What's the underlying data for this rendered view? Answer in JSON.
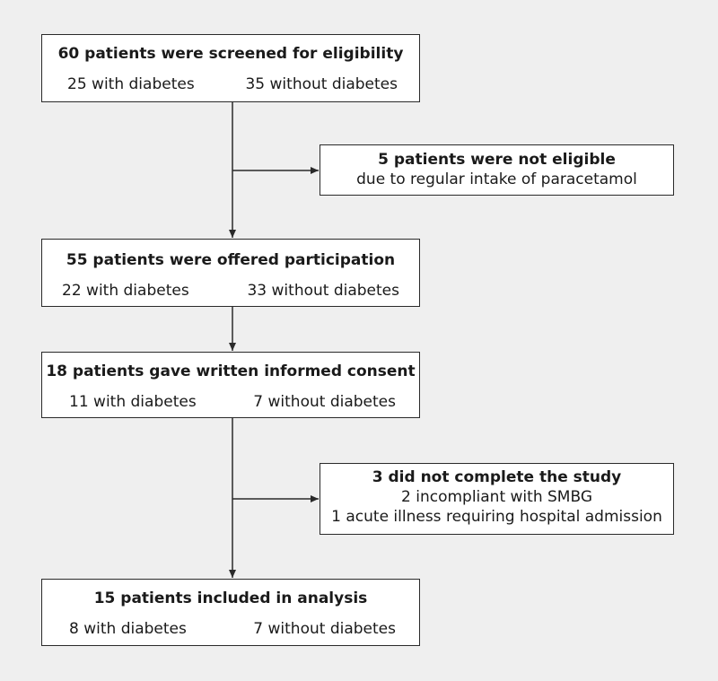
{
  "flowchart": {
    "screened": {
      "title": "60 patients were screened for eligibility",
      "left": "25 with diabetes",
      "right": "35 without diabetes"
    },
    "not_eligible": {
      "title": "5 patients were not eligible",
      "line1": "due to regular intake of paracetamol"
    },
    "offered": {
      "title": "55 patients were offered participation",
      "left": "22 with diabetes",
      "right": "33 without diabetes"
    },
    "consent": {
      "title": "18 patients gave written informed consent",
      "left": "11 with diabetes",
      "right": "7 without diabetes"
    },
    "not_completed": {
      "title": "3 did not complete the study",
      "line1": "2 incompliant with SMBG",
      "line2": "1 acute illness requiring hospital admission"
    },
    "included": {
      "title": "15 patients included in analysis",
      "left": "8 with diabetes",
      "right": "7 without diabetes"
    }
  },
  "colors": {
    "background": "#efefef",
    "box_fill": "#ffffff",
    "line": "#2a2a2a"
  }
}
